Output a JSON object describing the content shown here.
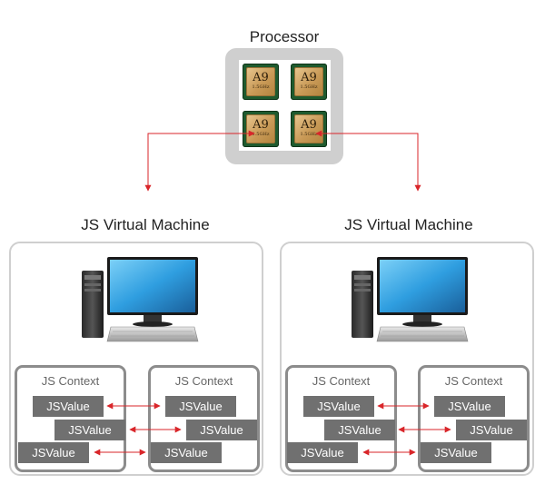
{
  "processor": {
    "title": "Processor",
    "chips": [
      {
        "name": "A9",
        "sub": "1.5GHz"
      },
      {
        "name": "A9",
        "sub": "1.5GHz"
      },
      {
        "name": "A9",
        "sub": "1.5GHz"
      },
      {
        "name": "A9",
        "sub": "1.5GHz"
      }
    ]
  },
  "vms": [
    {
      "title": "JS Virtual Machine",
      "contexts": [
        {
          "title": "JS Context",
          "values": [
            "JSValue",
            "JSValue",
            "JSValue"
          ]
        },
        {
          "title": "JS Context",
          "values": [
            "JSValue",
            "JSValue",
            "JSValue"
          ]
        }
      ]
    },
    {
      "title": "JS Virtual Machine",
      "contexts": [
        {
          "title": "JS Context",
          "values": [
            "JSValue",
            "JSValue",
            "JSValue"
          ]
        },
        {
          "title": "JS Context",
          "values": [
            "JSValue",
            "JSValue",
            "JSValue"
          ]
        }
      ]
    }
  ],
  "colors": {
    "arrow": "#d9262a",
    "context_border": "#8c8c8c",
    "jsvalue_fill": "#707070",
    "processor_frame": "#cfcfcf",
    "monitor_screen": "#2f9ee0"
  }
}
